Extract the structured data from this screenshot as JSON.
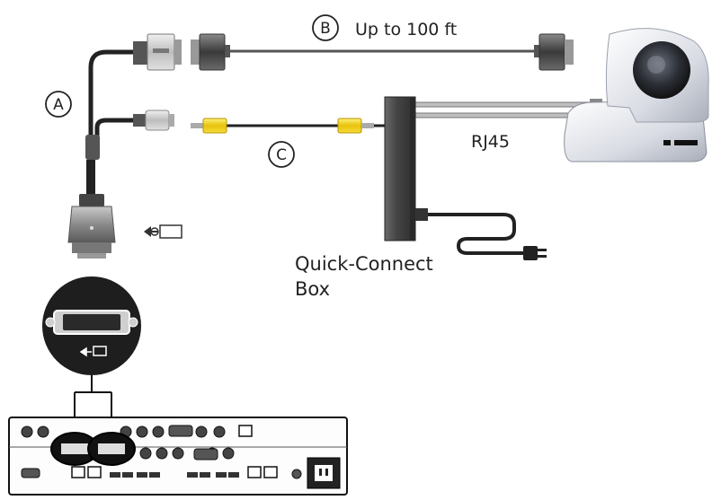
{
  "labels": {
    "a": "A",
    "b": "B",
    "c": "C",
    "b_text": "Up to 100 ft",
    "rj45": "RJ45",
    "qc_line1": "Quick-Connect",
    "qc_line2": "Box"
  },
  "colors": {
    "cable": "#2a2a2a",
    "connector_dark": "#4a4a4a",
    "connector_light": "#d5d5d5",
    "rca_yellow": "#f2d21a",
    "box": "#4b4b4b",
    "camera_body": "#e6e8ee",
    "background": "#ffffff"
  },
  "icons": [
    "dvi-port-icon",
    "camera-input-icon",
    "power-plug-icon"
  ]
}
